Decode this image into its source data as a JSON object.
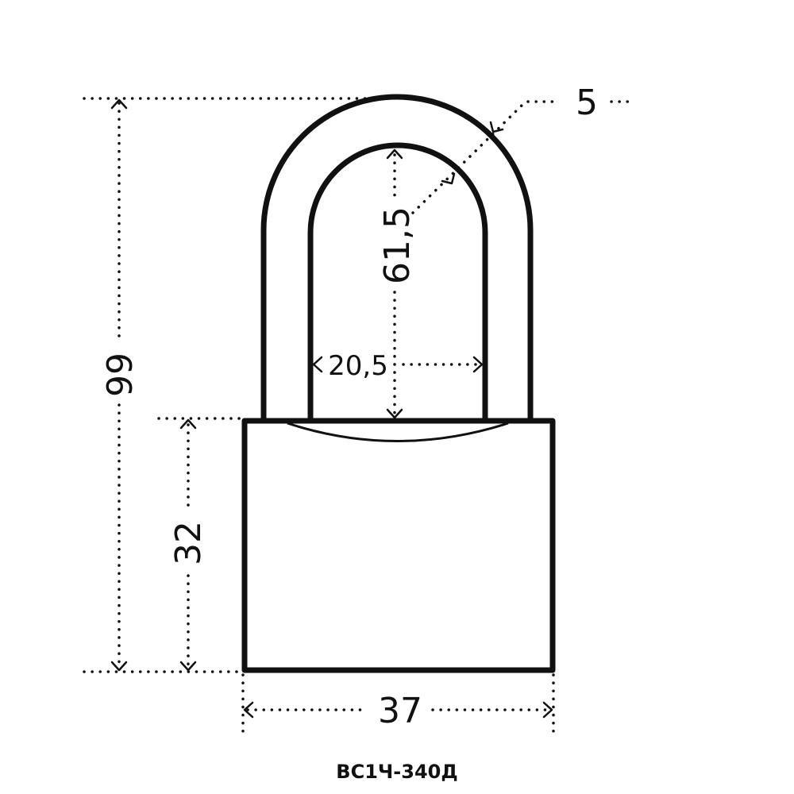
{
  "diagram": {
    "dimensions": {
      "total_height": "99",
      "body_height": "32",
      "body_width": "37",
      "shackle_inner_height": "61,5",
      "shackle_inner_width": "20,5",
      "shackle_thickness": "5"
    },
    "model": "ВС1Ч-340Д"
  }
}
